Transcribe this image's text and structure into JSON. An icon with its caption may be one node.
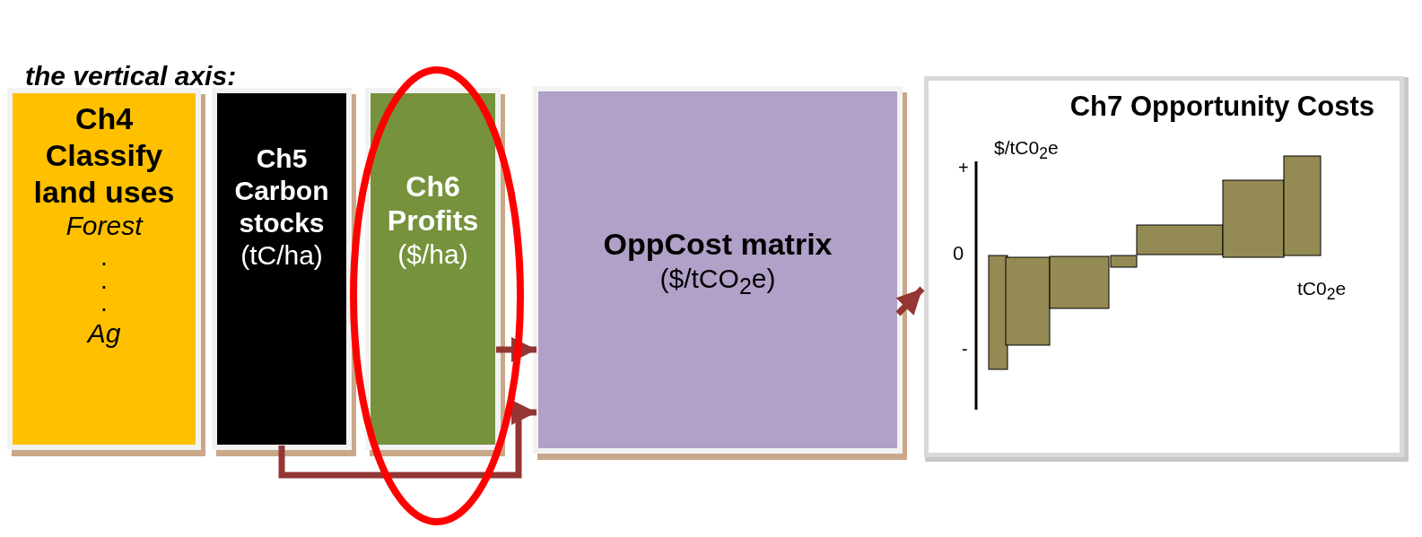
{
  "diagram": {
    "nodes": [
      {
        "text": [
          "Ch4 Classify land uses",
          "Forest",
          ". . .",
          "Ag"
        ]
      },
      {
        "text": [
          "Ch5 Carbon stocks",
          "(tC/ha)"
        ]
      },
      {
        "text": [
          "Ch6 Profits",
          "($/ha)"
        ]
      },
      {
        "text": [
          "OppCost matrix",
          "($/tCO$_{2}$e)"
        ]
      },
      {
        "text": [
          "Ch7 Opportunity Costs"
        ]
      }
    ],
    "edges": [
      {
        "from": 1,
        "to": 3,
        "arrow": "to"
      },
      {
        "from": 2,
        "to": 3,
        "arrow": "to"
      },
      {
        "from": 3,
        "to": 4,
        "arrow": "to"
      }
    ],
    "labels": [
      "the vertical axis:",
      "$/tC0$_{2}$e",
      "+",
      "0",
      "-",
      "tC0$_{2}$e"
    ]
  }
}
